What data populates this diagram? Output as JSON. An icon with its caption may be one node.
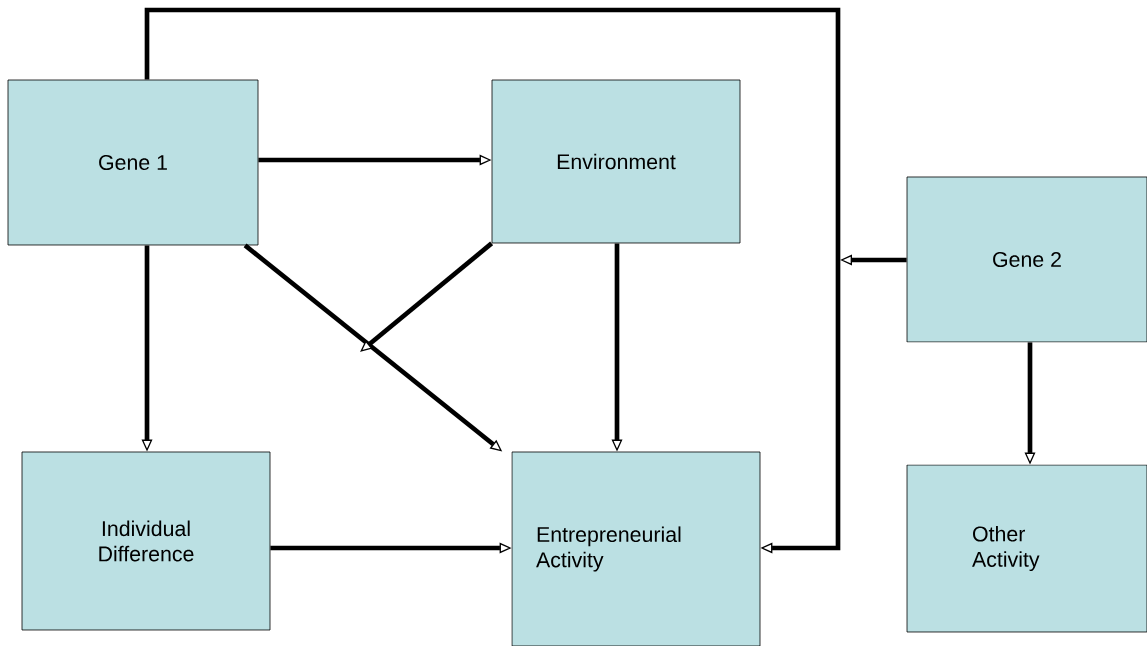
{
  "diagram": {
    "nodes": [
      {
        "text": [
          "Gene 1"
        ]
      },
      {
        "text": [
          "Environment"
        ]
      },
      {
        "text": [
          "Gene 2"
        ]
      },
      {
        "text": [
          "Individual Difference"
        ]
      },
      {
        "text": [
          "Entrepreneurial Activity"
        ]
      },
      {
        "text": [
          "Other Activity"
        ]
      }
    ],
    "edges": [
      {
        "from": 0,
        "to": 1,
        "arrow": "to"
      },
      {
        "from": 0,
        "to": 3,
        "arrow": "to"
      },
      {
        "from": 0,
        "to": 4,
        "arrow": "to"
      },
      {
        "from": 1,
        "to": null,
        "arrow": "to"
      },
      {
        "from": 1,
        "to": 4,
        "arrow": "to"
      },
      {
        "from": 3,
        "to": 4,
        "arrow": "to"
      },
      {
        "from": 0,
        "to": 4,
        "arrow": "to"
      },
      {
        "from": 2,
        "to": null,
        "arrow": "to"
      },
      {
        "from": 2,
        "to": 5,
        "arrow": "to"
      }
    ]
  }
}
